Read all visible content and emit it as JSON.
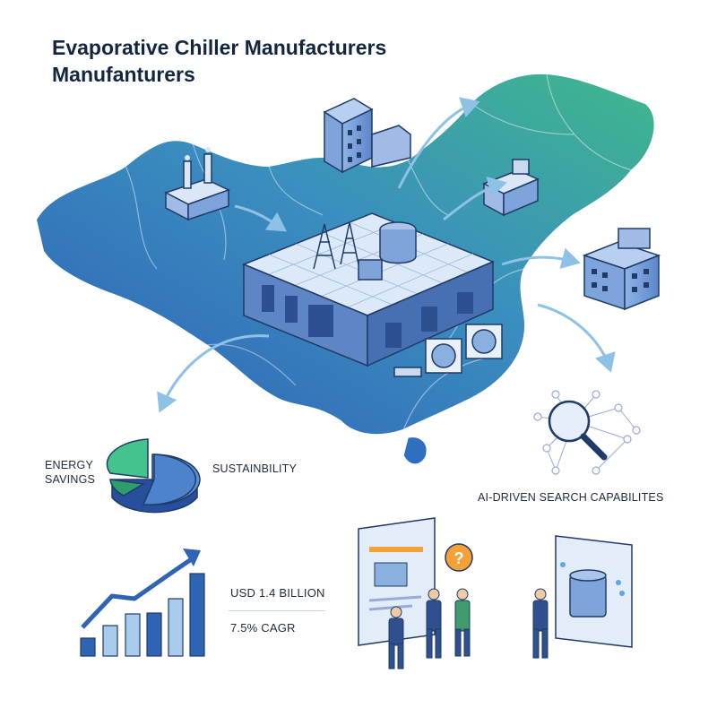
{
  "title": {
    "line1": "Evaporative Chiller Manufacturers",
    "line2": "Manufanturers"
  },
  "labels": {
    "energy_line1": "ENERGY",
    "energy_line2": "SAVINGS",
    "sustainability": "SUSTAINBILITY",
    "ai_search": "AI-DRIVEN SEARCH CAPABILITES",
    "market_size": "USD 1.4 BILLION",
    "cagr": "7.5% CAGR"
  },
  "icons": {
    "question": "?"
  },
  "colors": {
    "title": "#12263f",
    "map_dark": "#2e5fb0",
    "map_light": "#3cb58a",
    "accent_orange": "#f5a13a",
    "bar_light": "#a9cbee",
    "bar_dark": "#2f63b3"
  }
}
